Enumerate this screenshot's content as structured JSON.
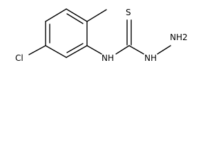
{
  "molecule": {
    "atoms": {
      "chlorine": "Cl",
      "amide_nitrogen": "NH",
      "thione_sulfur": "S",
      "hydrazine_nitrogen": "NH",
      "terminal_amine": "NH2"
    }
  },
  "colors": {
    "bond": "#000000",
    "label": "#000000",
    "background": "#ffffff"
  }
}
